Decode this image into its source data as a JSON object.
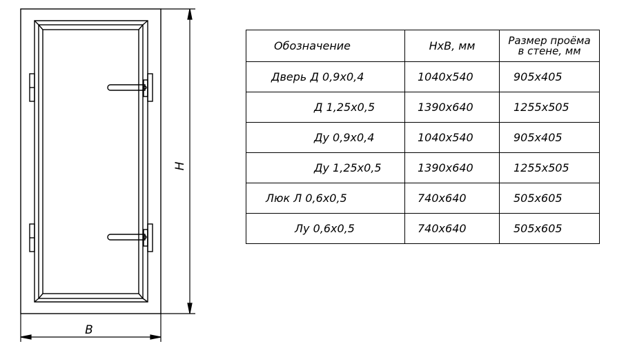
{
  "drawing": {
    "dim_height_label": "H",
    "dim_width_label": "B"
  },
  "table": {
    "headers": {
      "designation": "Обозначение",
      "size": "HxB, мм",
      "opening_line1": "Размер проёма",
      "opening_line2": "в стене, мм"
    },
    "rows": [
      {
        "name": "Дверь  Д  0,9x0,4",
        "size": "1040x540",
        "opening": "905x405"
      },
      {
        "name": "Д  1,25x0,5",
        "size": "1390x640",
        "opening": "1255x505"
      },
      {
        "name": "Ду  0,9x0,4",
        "size": "1040x540",
        "opening": "905x405"
      },
      {
        "name": "Ду  1,25x0,5",
        "size": "1390x640",
        "opening": "1255x505"
      },
      {
        "name": "Люк  Л  0,6x0,5",
        "size": "740x640",
        "opening": "505x605"
      },
      {
        "name": "Лу  0,6x0,5",
        "size": "740x640",
        "opening": "505x605"
      }
    ]
  }
}
